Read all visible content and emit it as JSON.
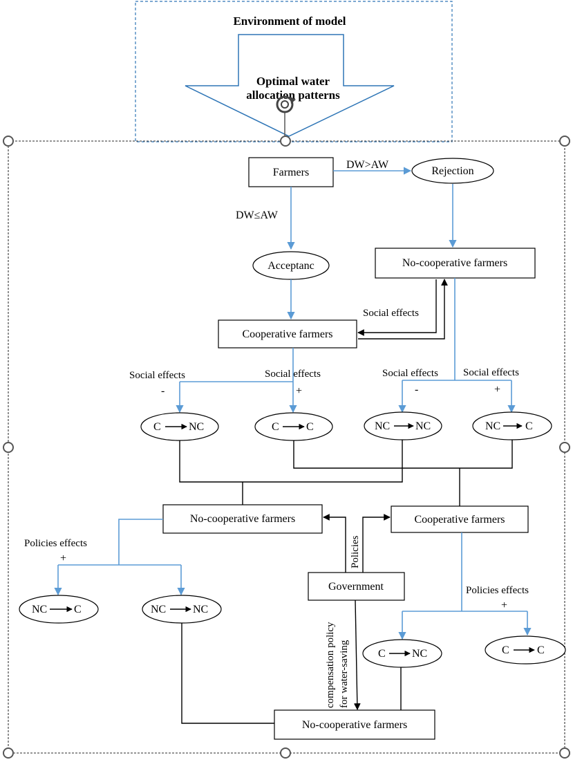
{
  "environment": {
    "title": "Environment of model",
    "arrow_label_line1": "Optimal water",
    "arrow_label_line2": "allocation patterns"
  },
  "nodes": {
    "farmers": "Farmers",
    "rejection": "Rejection",
    "acceptance": "Acceptanc",
    "no_coop_top": "No-cooperative farmers",
    "coop_top": "Cooperative farmers",
    "no_coop_mid": "No-cooperative farmers",
    "coop_mid": "Cooperative farmers",
    "government": "Government",
    "no_coop_bottom": "No-cooperative farmers"
  },
  "transitions": {
    "row1": [
      {
        "from": "C",
        "to": "NC"
      },
      {
        "from": "C",
        "to": "C"
      },
      {
        "from": "NC",
        "to": "NC"
      },
      {
        "from": "NC",
        "to": "C"
      }
    ],
    "left_policy": [
      {
        "from": "NC",
        "to": "C"
      },
      {
        "from": "NC",
        "to": "NC"
      }
    ],
    "right_policy": [
      {
        "from": "C",
        "to": "NC"
      },
      {
        "from": "C",
        "to": "C"
      }
    ]
  },
  "labels": {
    "dw_gt_aw": "DW>AW",
    "dw_le_aw": "DW≤AW",
    "social_effects": "Social effects",
    "social_effects_1": "Social effects",
    "social_effects_2": "Social effects",
    "social_effects_3": "Social effects",
    "social_effects_4": "Social effects",
    "minus": "-",
    "plus": "+",
    "policies": "Policies",
    "policies_effects_left": "Policies effects",
    "policies_effects_right": "Policies effects",
    "compensation_line1": "compensation policy",
    "compensation_line2": "for water-saving"
  },
  "colors": {
    "flow_blue": "#5b9bd5",
    "frame_blue": "#2e75b6",
    "black": "#000000"
  },
  "icons": [
    "rotate-handle-icon",
    "resize-handle-icon"
  ]
}
